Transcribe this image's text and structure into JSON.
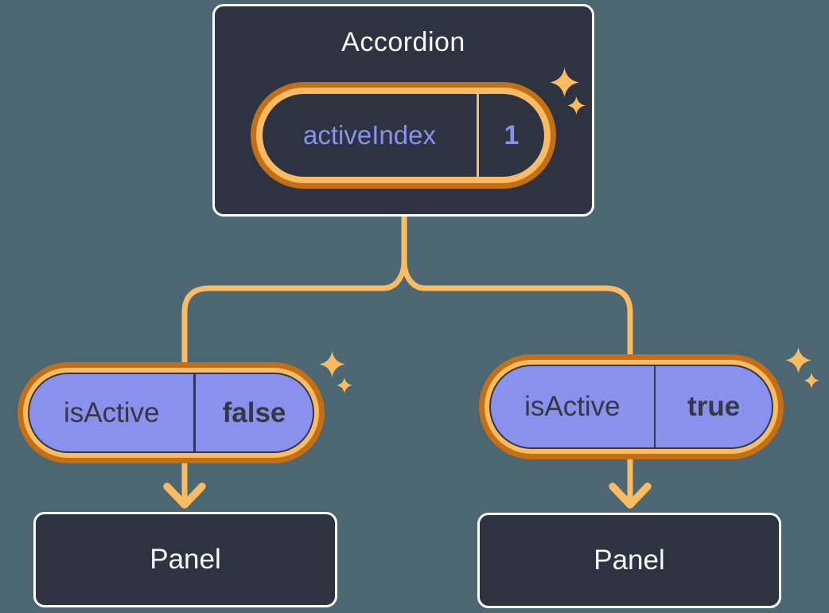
{
  "colors": {
    "bg": "#4C6771",
    "card": "#2D3340",
    "card-border": "#FFFFFF",
    "text-light": "#F7F8FA",
    "orange-dark": "#C46F15",
    "orange-light": "#FABB62",
    "purple": "#8A91EC",
    "text-dark": "#333945"
  },
  "accordion": {
    "title": "Accordion",
    "state": {
      "name": "activeIndex",
      "value": "1"
    }
  },
  "children": [
    {
      "prop": {
        "name": "isActive",
        "value": "false"
      },
      "panel": {
        "title": "Panel"
      }
    },
    {
      "prop": {
        "name": "isActive",
        "value": "true"
      },
      "panel": {
        "title": "Panel"
      }
    }
  ],
  "icons": {
    "sparkle": "✦",
    "arrow": "↓"
  }
}
